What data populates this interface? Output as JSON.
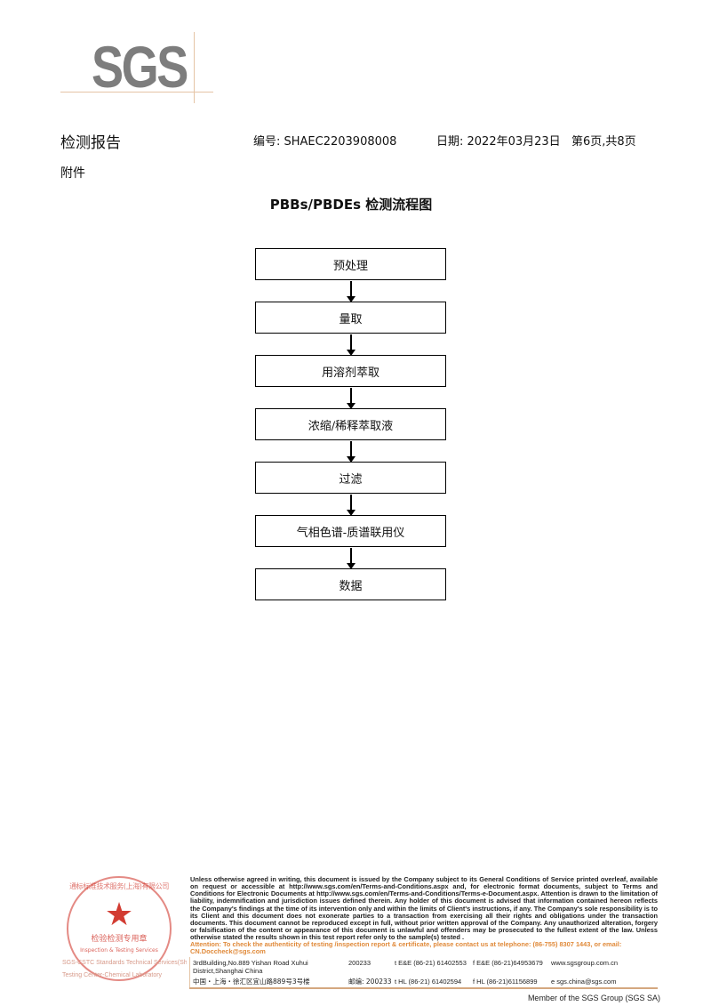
{
  "logo": {
    "text": "SGS"
  },
  "header": {
    "title": "检测报告",
    "report_no": "编号: SHAEC2203908008",
    "date": "日期: 2022年03月23日",
    "page": "第6页,共8页"
  },
  "section": "附件",
  "flowchart": {
    "title": "PBBs/PBDEs 检测流程图",
    "steps": [
      "预处理",
      "量取",
      "用溶剂萃取",
      "浓缩/稀释萃取液",
      "过滤",
      "气相色谱-质谱联用仪",
      "数据"
    ]
  },
  "footer": {
    "disclaimer": "Unless otherwise agreed in writing, this document is issued by the Company subject to its General Conditions of Service printed overleaf, available on request or accessible at http://www.sgs.com/en/Terms-and-Conditions.aspx and, for electronic format documents, subject to Terms and Conditions for Electronic Documents at http://www.sgs.com/en/Terms-and-Conditions/Terms-e-Document.aspx. Attention is drawn to the limitation of liability, indemnification and jurisdiction issues defined therein. Any holder of this document is advised that information contained hereon reflects the Company's findings at the time of its intervention only and within the limits of Client's instructions, if any. The Company's sole responsibility is to its Client and this document does not exonerate parties to a transaction from exercising all their rights and obligations under the transaction documents. This document cannot be reproduced except in full, without prior written approval of the Company. Any unauthorized alteration, forgery or falsification of the content or appearance of this document is unlawful and offenders may be prosecuted to the fullest extent of the law. Unless otherwise stated the results shown in this test report refer only to the sample(s) tested .",
    "attention": "Attention: To check the authenticity of testing /inspection report & certificate, please contact us at telephone: (86-755) 8307 1443, or email: CN.Doccheck@sgs.com",
    "address_en": "3rdBuilding,No.889 Yishan Road Xuhui District,Shanghai China",
    "postcode_en": "200233",
    "address_cn": "中国・上海・徐汇区宜山路889号3号楼",
    "postcode_cn": "邮编: 200233",
    "tel1": "t E&E (86-21) 61402553",
    "fax1": "f E&E (86-21)64953679",
    "tel2": "t HL (86-21) 61402594",
    "fax2": "f HL (86-21)61156899",
    "web": "www.sgsgroup.com.cn",
    "email": "e  sgs.china@sgs.com",
    "company": "SGS-CSTC Standards Technical Services(Shanghai) Co.,Ltd.",
    "center": "Testing Center-Chemical Laboratory",
    "member": "Member of the SGS Group (SGS SA)"
  },
  "stamp": {
    "ring": "通标标准技术服务(上海)有限公司",
    "center": "检验检测专用章",
    "en": "Inspection & Testing Services"
  },
  "colors": {
    "logo": "#7d7d7d",
    "accent": "#e5c4a5",
    "attention": "#e08a3a",
    "stamp": "#d23c32"
  }
}
